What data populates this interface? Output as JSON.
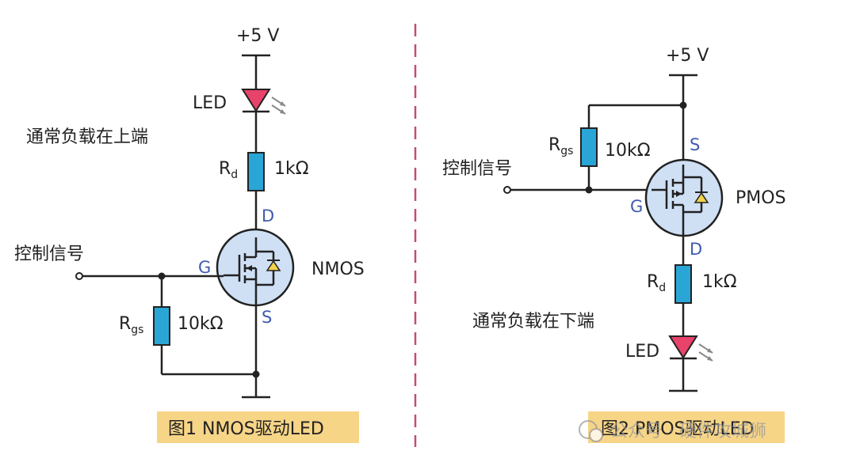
{
  "fig1": {
    "supply": "+5 V",
    "led_label": "LED",
    "rd_label": "R",
    "rd_sub": "d",
    "rd_value": "1kΩ",
    "pin_d": "D",
    "pin_g": "G",
    "pin_s": "S",
    "mos_type": "NMOS",
    "control_label": "控制信号",
    "rgs_label": "R",
    "rgs_sub": "gs",
    "rgs_value": "10kΩ",
    "note": "通常负载在上端",
    "caption": "图1  NMOS驱动LED"
  },
  "fig2": {
    "supply": "+5 V",
    "rgs_label": "R",
    "rgs_sub": "gs",
    "rgs_value": "10kΩ",
    "control_label": "控制信号",
    "pin_s": "S",
    "pin_g": "G",
    "pin_d": "D",
    "mos_type": "PMOS",
    "rd_label": "R",
    "rd_sub": "d",
    "rd_value": "1kΩ",
    "note": "通常负载在下端",
    "led_label": "LED",
    "caption": "图2  PMOS驱动LED"
  },
  "watermark": "公众号 · 硬件攻城狮",
  "colors": {
    "wire": "#222222",
    "pin_label": "#3f5bb0",
    "resistor": "#2aa6d6",
    "led": "#e8436a",
    "mosfet_fill": "#cfe0f5",
    "diode": "#f3d24a",
    "divider": "#c0506a",
    "caption_bg": "#f7d587"
  }
}
